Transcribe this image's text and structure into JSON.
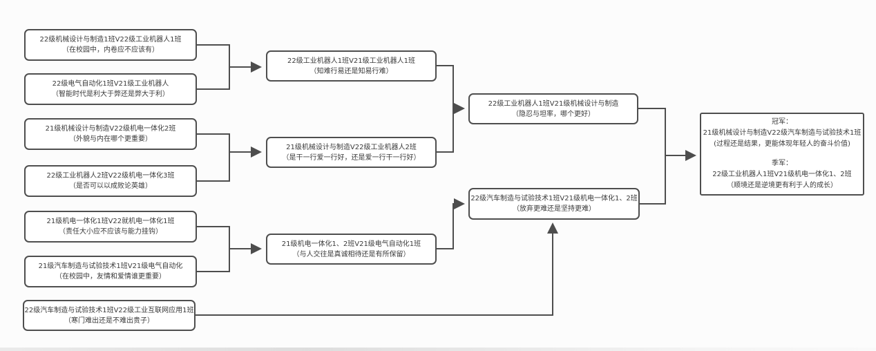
{
  "colors": {
    "line": "#4d4d4d",
    "text": "#3a3a3a",
    "box_background": "#ffffff",
    "page_background": "#fcfcfc"
  },
  "rounds": {
    "r1": [
      {
        "teams": "22级机械设计与制造1班V22级工业机器人1班",
        "topic": "（在校园中，内卷应不应该有）"
      },
      {
        "teams": "22级电气自动化1班V21级工业机器人",
        "topic": "（智能时代是利大于弊还是弊大于利）"
      },
      {
        "teams": "21级机械设计与制造V22级机电一体化2班",
        "topic": "（外貌与内在哪个更重要）"
      },
      {
        "teams": "22级工业机器人2班V22级机电一体化3班",
        "topic": "（是否可以以成败论英雄）"
      },
      {
        "teams": "21级机电一体化1班V22就机电一体化1班",
        "topic": "（责任大小应不应该与能力挂钩）"
      },
      {
        "teams": "21级汽车制造与试验技术1班V21级电气自动化",
        "topic": "（在校园中，友情和爱情谁更重要）"
      },
      {
        "teams": "22级汽车制造与试验技术1班V22级工业互联网应用1班",
        "topic": "（寒门难出还是不难出贵子）"
      }
    ],
    "r2": [
      {
        "teams": "22级工业机器人1班V21级工业机器人1班",
        "topic": "（知难行易还是知易行难）"
      },
      {
        "teams": "21级机械设计与制造V22级工业机器人2班",
        "topic": "（是干一行爱一行好，还是爱一行干一行好）"
      },
      {
        "teams": "21级机电一体化1、2班V21级电气自动化1班",
        "topic": "（与人交往是真诚相待还是有所保留）"
      }
    ],
    "r3": [
      {
        "teams": "22级工业机器人1班V21级机械设计与制造",
        "topic": "（隐忍与坦率，哪个更好）"
      },
      {
        "teams": "22级汽车制造与试验技术1班V21级机电一体化1、2班",
        "topic": "（放弃更难还是坚持更难）"
      }
    ],
    "final": {
      "champion_label": "冠军：",
      "champion_teams": "21级机械设计与制造V22级汽车制造与试验技术1班",
      "champion_topic": "(过程还是结果，更能体现年轻人的奋斗价值)",
      "third_label": "季军：",
      "third_teams": "22级工业机器人1班V21级机电一体化1、2班",
      "third_topic": "（顺境还是逆境更有利于人的成长）"
    }
  },
  "edges": [
    {
      "from": "r1-1",
      "to": "r2-1"
    },
    {
      "from": "r1-2",
      "to": "r2-1"
    },
    {
      "from": "r1-3",
      "to": "r2-2"
    },
    {
      "from": "r1-4",
      "to": "r2-2"
    },
    {
      "from": "r1-5",
      "to": "r2-3"
    },
    {
      "from": "r1-6",
      "to": "r2-3"
    },
    {
      "from": "r2-1",
      "to": "r3-1"
    },
    {
      "from": "r2-2",
      "to": "r3-1"
    },
    {
      "from": "r2-3",
      "to": "r3-2"
    },
    {
      "from": "r1-7",
      "to": "r3-2"
    },
    {
      "from": "r3-1",
      "to": "final"
    },
    {
      "from": "r3-2",
      "to": "final"
    }
  ]
}
